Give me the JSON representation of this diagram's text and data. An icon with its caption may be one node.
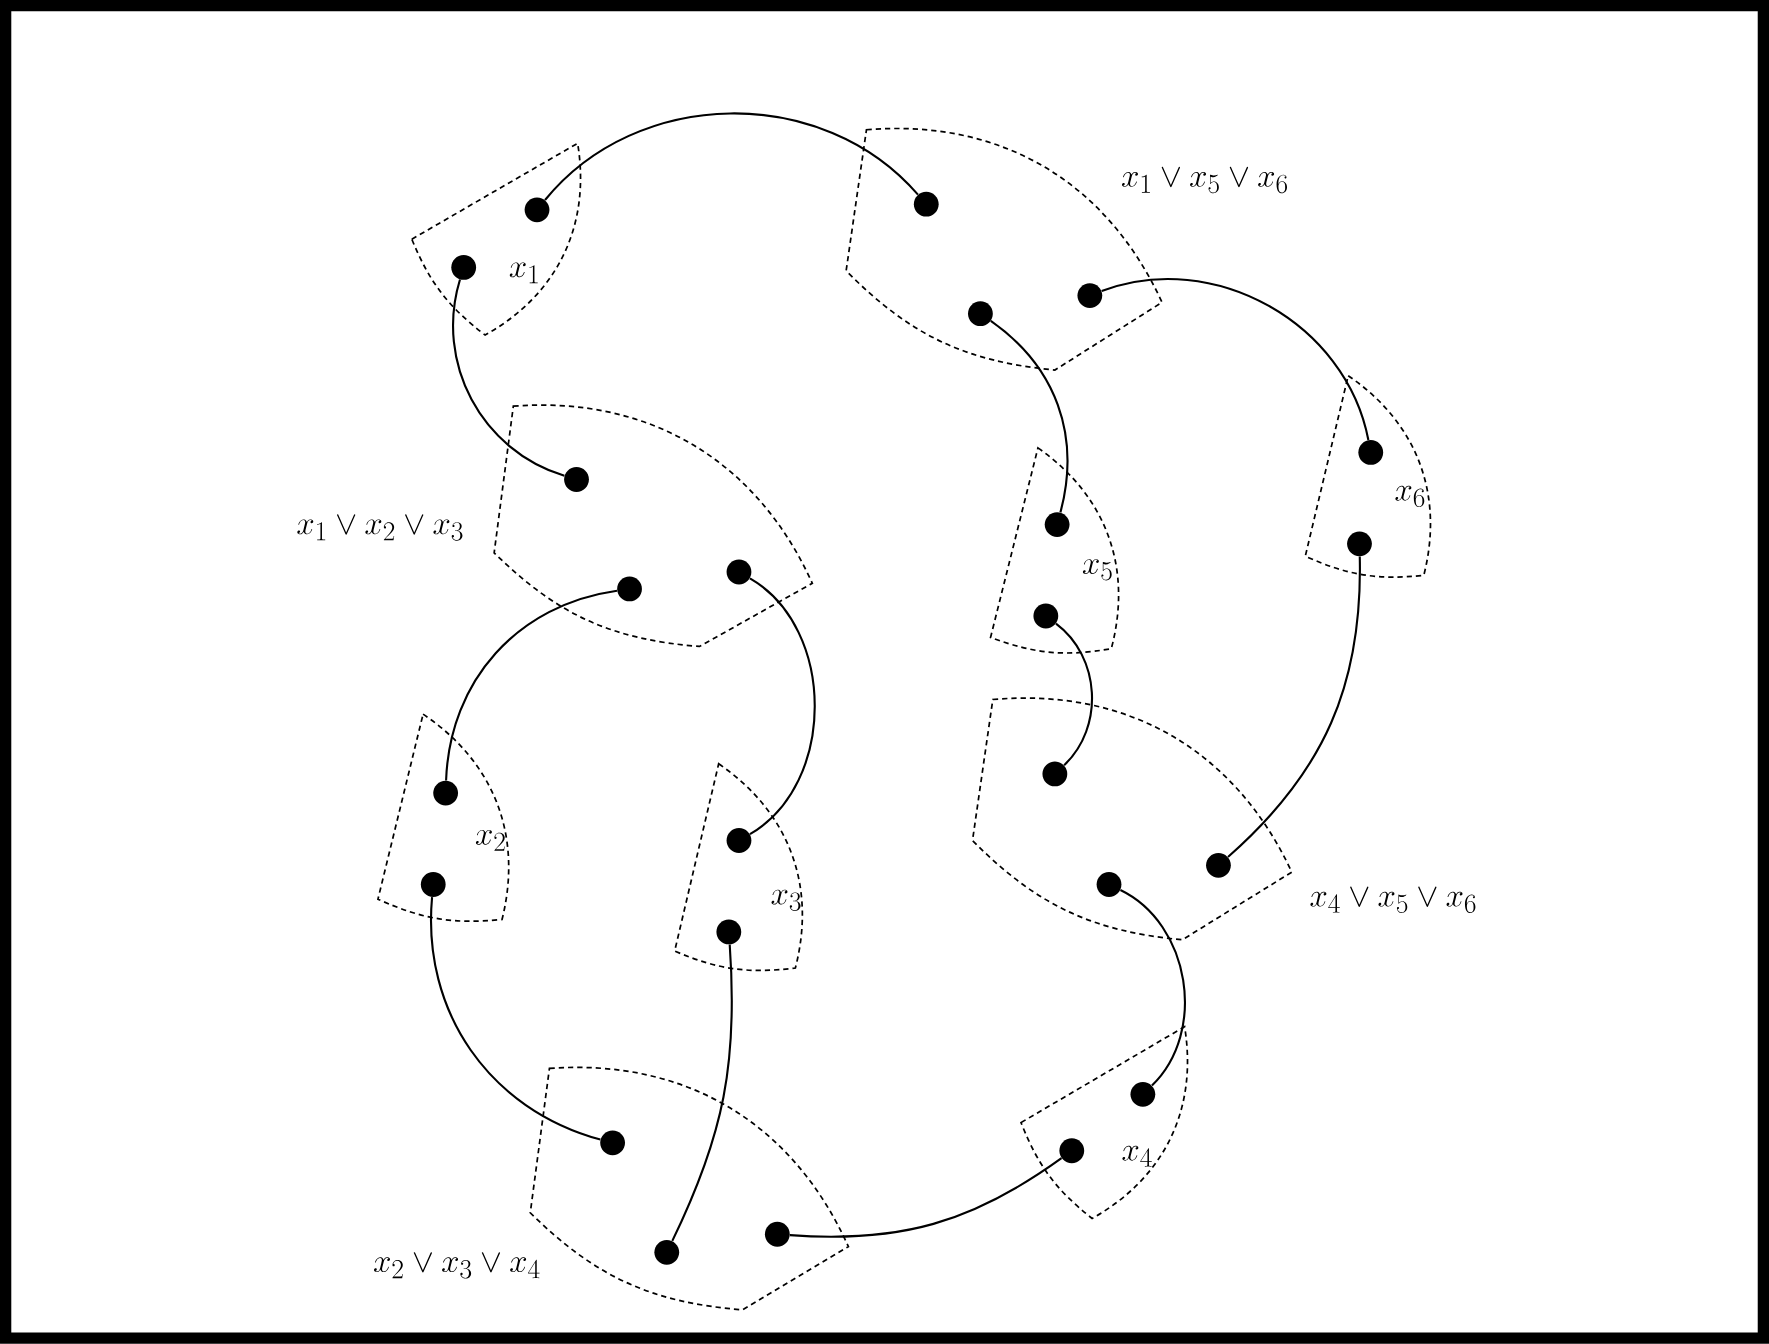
{
  "diagram": {
    "nodes": [
      {
        "text": [
          "x_1"
        ]
      },
      {
        "text": [],
        "shape": "circle",
        "in": 0
      },
      {
        "text": [],
        "shape": "circle",
        "in": 0
      },
      {
        "text": [
          "x_1 \\vee x_5 \\vee x_6"
        ]
      },
      {
        "text": [],
        "shape": "circle",
        "in": 3
      },
      {
        "text": [],
        "shape": "circle",
        "in": 3
      },
      {
        "text": [],
        "shape": "circle",
        "in": 3
      },
      {
        "text": [
          "x_1 \\vee x_2 \\vee x_3"
        ]
      },
      {
        "text": [],
        "shape": "circle",
        "in": 7
      },
      {
        "text": [],
        "shape": "circle",
        "in": 7
      },
      {
        "text": [],
        "shape": "circle",
        "in": 7
      },
      {
        "text": [
          "x_5"
        ]
      },
      {
        "text": [],
        "shape": "circle",
        "in": 11
      },
      {
        "text": [],
        "shape": "circle",
        "in": 11
      },
      {
        "text": [
          "x_6"
        ]
      },
      {
        "text": [],
        "shape": "circle",
        "in": 14
      },
      {
        "text": [],
        "shape": "circle",
        "in": 14
      },
      {
        "text": [
          "x_2"
        ]
      },
      {
        "text": [],
        "shape": "circle",
        "in": 17
      },
      {
        "text": [],
        "shape": "circle",
        "in": 17
      },
      {
        "text": [
          "x_3"
        ]
      },
      {
        "text": [],
        "shape": "circle",
        "in": 20
      },
      {
        "text": [],
        "shape": "circle",
        "in": 20
      },
      {
        "text": [
          "x_4 \\vee x_5 \\vee x_6"
        ]
      },
      {
        "text": [],
        "shape": "circle",
        "in": 23
      },
      {
        "text": [],
        "shape": "circle",
        "in": 23
      },
      {
        "text": [],
        "shape": "circle",
        "in": 23
      },
      {
        "text": [
          "x_4"
        ]
      },
      {
        "text": [],
        "shape": "circle",
        "in": 27
      },
      {
        "text": [],
        "shape": "circle",
        "in": 27
      },
      {
        "text": [
          "x_2 \\vee x_3 \\vee x_4"
        ]
      },
      {
        "text": [],
        "shape": "circle",
        "in": 30
      },
      {
        "text": [],
        "shape": "circle",
        "in": 30
      },
      {
        "text": [],
        "shape": "circle",
        "in": 30
      }
    ],
    "edges": [
      {
        "from": 1,
        "to": 4,
        "arrow": "none"
      },
      {
        "from": 2,
        "to": 8,
        "arrow": "none"
      },
      {
        "from": 5,
        "to": 12,
        "arrow": "none"
      },
      {
        "from": 6,
        "to": 15,
        "arrow": "none"
      },
      {
        "from": 9,
        "to": 18,
        "arrow": "none"
      },
      {
        "from": 10,
        "to": 21,
        "arrow": "none"
      },
      {
        "from": 13,
        "to": 24,
        "arrow": "none"
      },
      {
        "from": 16,
        "to": 26,
        "arrow": "none"
      },
      {
        "from": 19,
        "to": 31,
        "arrow": "none"
      },
      {
        "from": 22,
        "to": 32,
        "arrow": "none"
      },
      {
        "from": 25,
        "to": 28,
        "arrow": "none"
      },
      {
        "from": 33,
        "to": 29,
        "arrow": "none"
      }
    ]
  }
}
